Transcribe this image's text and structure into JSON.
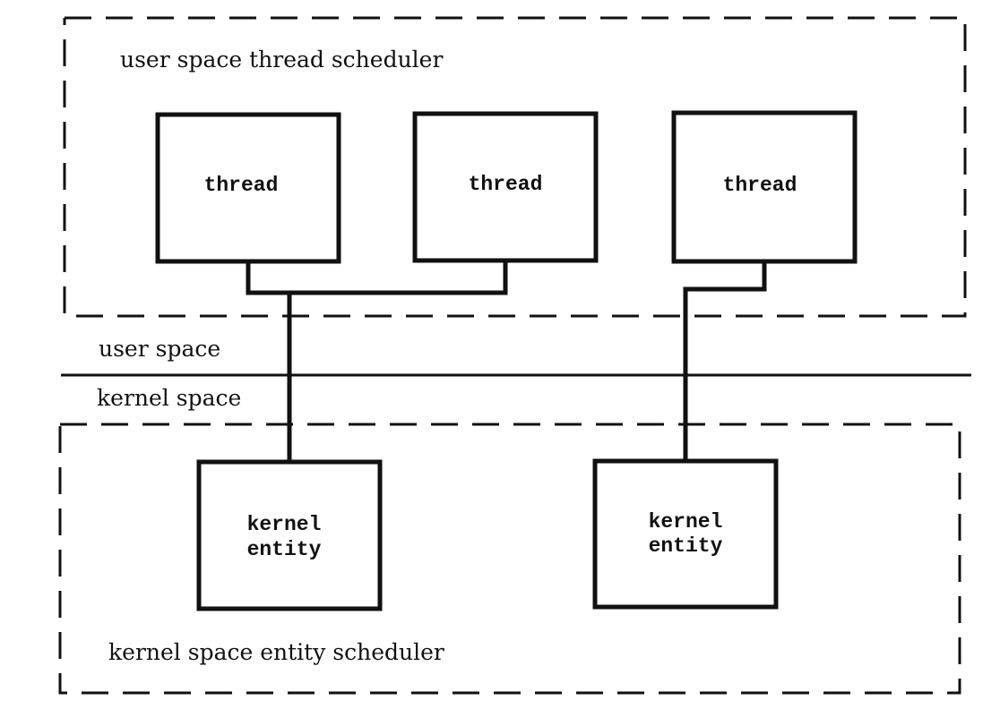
{
  "user_scheduler": {
    "label": "user space thread scheduler",
    "threads": [
      {
        "label": "thread"
      },
      {
        "label": "thread"
      },
      {
        "label": "thread"
      }
    ]
  },
  "boundary": {
    "upper_label": "user space",
    "lower_label": "kernel space"
  },
  "kernel_scheduler": {
    "label": "kernel space entity scheduler",
    "entities": [
      {
        "line1": "kernel",
        "line2": "entity"
      },
      {
        "line1": "kernel",
        "line2": "entity"
      }
    ]
  }
}
